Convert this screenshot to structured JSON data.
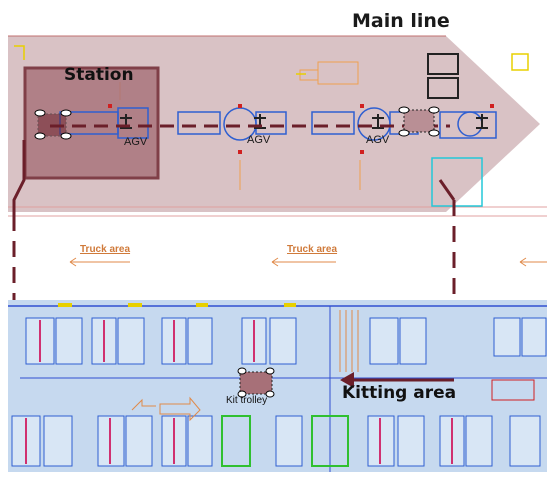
{
  "title": "Main line",
  "labels": {
    "station": "Station",
    "agv": [
      "AGV",
      "AGV",
      "AGV"
    ],
    "truck_area": [
      "Truck area",
      "Truck area"
    ],
    "kitting_area": "Kitting area",
    "kit_trolley": "Kit trolley"
  },
  "colors": {
    "main_line_fill": "#b98f95",
    "station_fill": "#a77078",
    "path": "#6b1f2a",
    "blueprint": "#2f5fd1",
    "kitting_bg": "#c6d9ef",
    "arrow_orange": "#e08a4a"
  }
}
